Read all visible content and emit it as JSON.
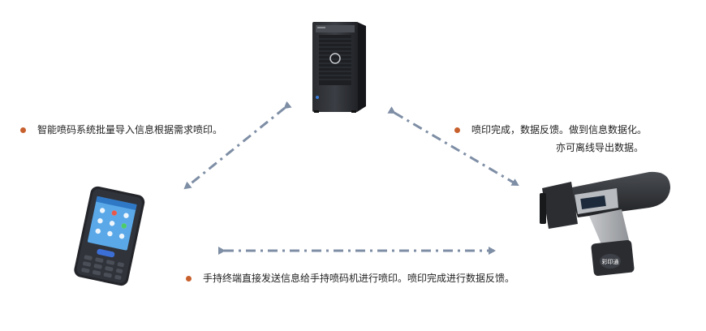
{
  "colors": {
    "bullet": "#c8602d",
    "arrow": "#7e8ea5",
    "text": "#222222"
  },
  "nodes": {
    "server": {
      "icon": "tower-server-icon"
    },
    "handheld_terminal": {
      "icon": "handheld-terminal-icon"
    },
    "inkjet_printer": {
      "icon": "handheld-inkjet-printer-icon",
      "brand_mark": "彩印通"
    }
  },
  "labels": {
    "left": "智能喷码系统批量导入信息根据需求喷印。",
    "right_line1": "喷印完成，数据反馈。做到信息数据化。",
    "right_line2": "亦可离线导出数据。",
    "bottom": "手持终端直接发送信息给手持喷码机进行喷印。喷印完成进行数据反馈。"
  }
}
